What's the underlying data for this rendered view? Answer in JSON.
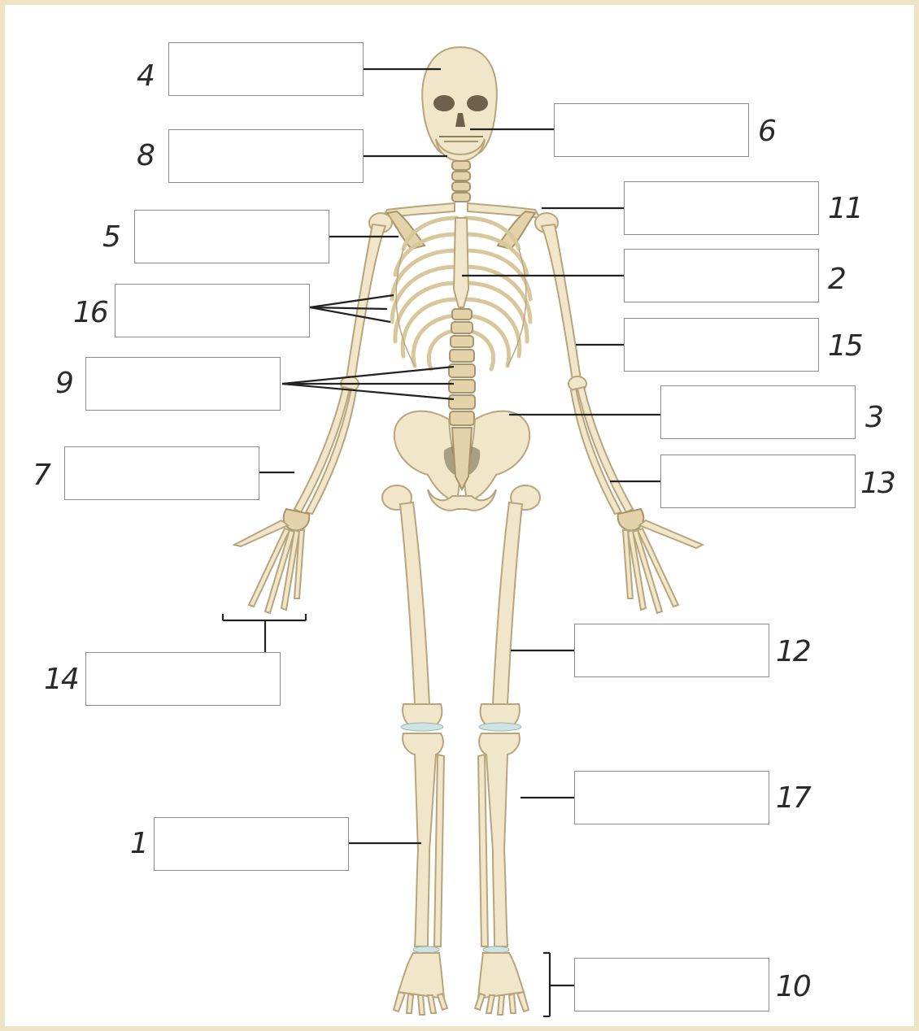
{
  "diagram": {
    "labels": [
      {
        "id": "1",
        "number": "1"
      },
      {
        "id": "2",
        "number": "2"
      },
      {
        "id": "3",
        "number": "3"
      },
      {
        "id": "4",
        "number": "4"
      },
      {
        "id": "5",
        "number": "5"
      },
      {
        "id": "6",
        "number": "6"
      },
      {
        "id": "7",
        "number": "7"
      },
      {
        "id": "8",
        "number": "8"
      },
      {
        "id": "9",
        "number": "9"
      },
      {
        "id": "10",
        "number": "10"
      },
      {
        "id": "11",
        "number": "11"
      },
      {
        "id": "12",
        "number": "12"
      },
      {
        "id": "13",
        "number": "13"
      },
      {
        "id": "14",
        "number": "14"
      },
      {
        "id": "15",
        "number": "15"
      },
      {
        "id": "16",
        "number": "16"
      },
      {
        "id": "17",
        "number": "17"
      }
    ],
    "colors": {
      "bone": "#f1e6c9",
      "bone_outline": "#b7a57c",
      "leader_line": "#222222",
      "box_border": "#8a8a8a",
      "page_border": "#efe3c6"
    }
  }
}
